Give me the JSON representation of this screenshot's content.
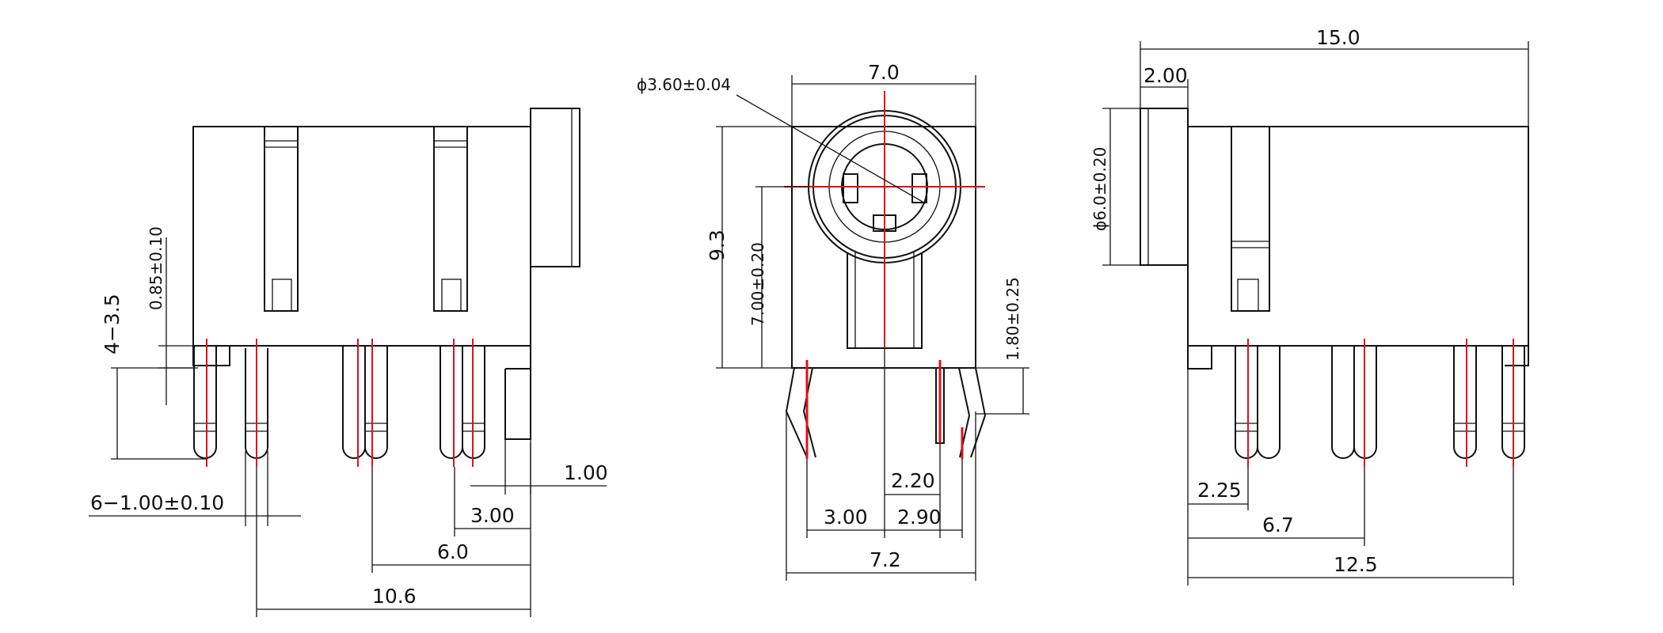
{
  "colors": {
    "outline": "#111111",
    "centerline": "#e0101a",
    "background": "#ffffff"
  },
  "views": {
    "left": {
      "dims": {
        "d_085": "0.85±0.10",
        "d_4_35": "4−3.5",
        "d_6_100": "6−1.00±0.10",
        "d_100": "1.00",
        "d_300": "3.00",
        "d_60": "6.0",
        "d_106": "10.6"
      }
    },
    "middle": {
      "dims": {
        "d_diam": "ϕ3.60±0.04",
        "d_70": "7.0",
        "d_93": "9.3",
        "d_700": "7.00±0.20",
        "d_180": "1.80±0.25",
        "d_220": "2.20",
        "d_300": "3.00",
        "d_290": "2.90",
        "d_72": "7.2"
      }
    },
    "right": {
      "dims": {
        "d_150": "15.0",
        "d_200": "2.00",
        "d_diam": "ϕ6.0±0.20",
        "d_225": "2.25",
        "d_67": "6.7",
        "d_125": "12.5"
      }
    }
  }
}
